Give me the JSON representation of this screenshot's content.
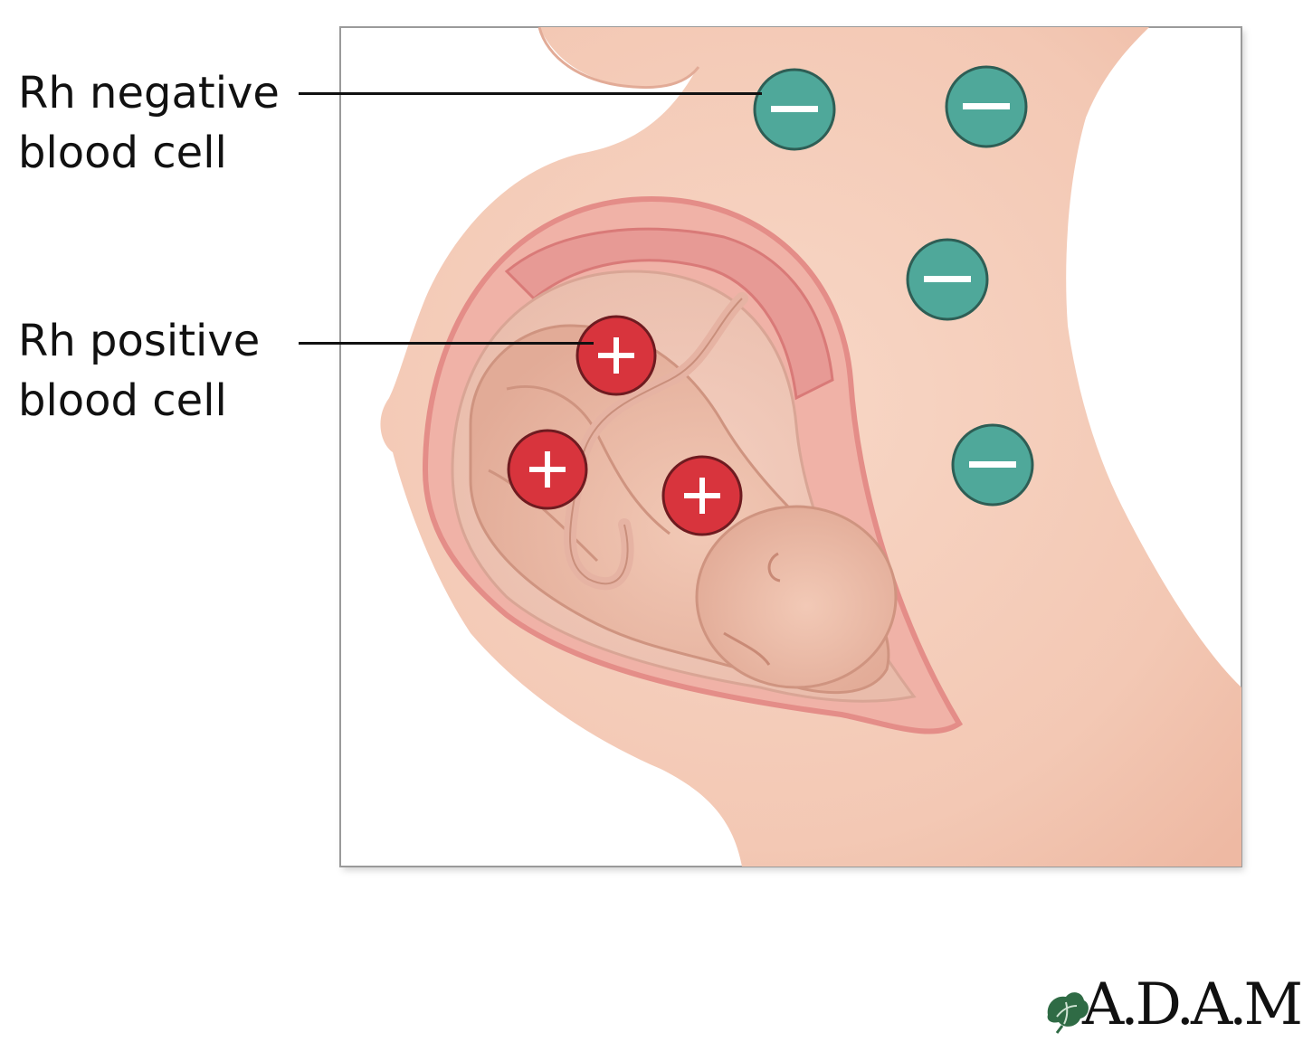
{
  "labels": {
    "negative": {
      "line1": "Rh negative",
      "line2": "blood cell"
    },
    "positive": {
      "line1": "Rh positive",
      "line2": "blood cell"
    }
  },
  "cells": {
    "negative_symbol": "−",
    "positive_symbol": "+",
    "negative_color": "#4fa89a",
    "positive_color": "#d8343d"
  },
  "logo": {
    "text": "A.D.A.M."
  }
}
